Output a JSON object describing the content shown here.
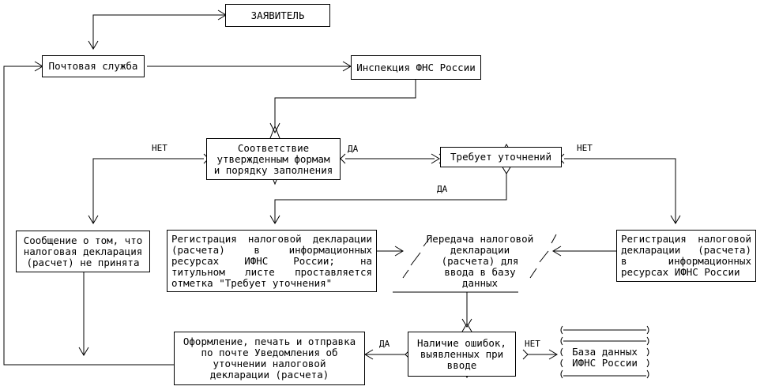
{
  "nodes": {
    "applicant": "ЗАЯВИТЕЛЬ",
    "postal_service": "Почтовая служба",
    "fns_inspection": "Инспекция ФНС России",
    "compliance_check": "Соответствие\nутвержденным формам\nи порядку заполнения",
    "clarification_required": "Требует уточнений",
    "not_accepted_msg": "Сообщение о том, что\nналоговая декларация\n(расчет) не принята",
    "register_with_mark": "Регистрация налоговой декларации (расчета) в информационных ресурсах ИФНС России; на титульном листе проставляется отметка \"Требует уточнения\"",
    "transfer_to_db": "Передача налоговой\nдекларации\n(расчета) для\nввода в базу\nданных",
    "register_simple": "Регистрация налоговой декларации (расчета) в информационных ресурсах ИФНС России",
    "errors_check": "Наличие ошибок,\nвыявленных при\nвводе",
    "notification": "Оформление, печать и отправка\nпо почте Уведомления об\nуточнении налоговой\nдекларации (расчета)",
    "database": "База данных\nИФНС России"
  },
  "labels": {
    "no_compliance": "НЕТ",
    "yes_compliance": "ДА",
    "no_clarification": "НЕТ",
    "yes_clarification": "ДА",
    "yes_errors": "ДА",
    "no_errors": "НЕТ"
  }
}
